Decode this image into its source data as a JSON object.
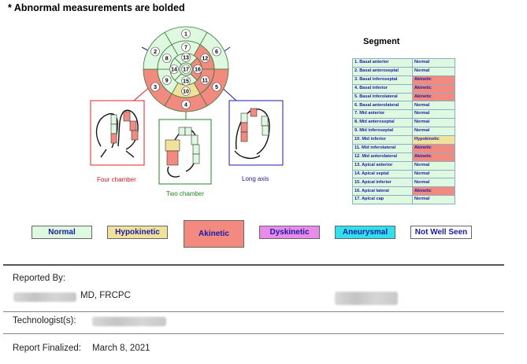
{
  "note": "* Abnormal measurements are bolded",
  "colors": {
    "normal": "#dff8e0",
    "hypokinetic": "#f0e29a",
    "akinetic": "#f28a80",
    "dyskinetic": "#e98be8",
    "aneurysmal": "#2ee1ea",
    "not_well_seen": "#ffffff"
  },
  "bullseye": {
    "segments": [
      {
        "id": 1,
        "label": "1",
        "status": "normal"
      },
      {
        "id": 2,
        "label": "2",
        "status": "normal"
      },
      {
        "id": 3,
        "label": "3",
        "status": "akinetic"
      },
      {
        "id": 4,
        "label": "4",
        "status": "akinetic"
      },
      {
        "id": 5,
        "label": "5",
        "status": "akinetic"
      },
      {
        "id": 6,
        "label": "6",
        "status": "normal"
      },
      {
        "id": 7,
        "label": "7",
        "status": "normal"
      },
      {
        "id": 8,
        "label": "8",
        "status": "normal"
      },
      {
        "id": 9,
        "label": "9",
        "status": "normal"
      },
      {
        "id": 10,
        "label": "10",
        "status": "hypokinetic"
      },
      {
        "id": 11,
        "label": "11",
        "status": "akinetic"
      },
      {
        "id": 12,
        "label": "12",
        "status": "akinetic"
      },
      {
        "id": 13,
        "label": "13",
        "status": "normal"
      },
      {
        "id": 14,
        "label": "14",
        "status": "normal"
      },
      {
        "id": 15,
        "label": "15",
        "status": "normal"
      },
      {
        "id": 16,
        "label": "16",
        "status": "akinetic"
      },
      {
        "id": 17,
        "label": "17",
        "status": "normal"
      }
    ]
  },
  "views": {
    "four_chamber": "Four chamber",
    "two_chamber": "Two chamber",
    "long_axis": "Long axis"
  },
  "segment_table": {
    "title": "Segment",
    "rows": [
      {
        "name": "1. Basal anterior",
        "status": "Normal",
        "color": "normal"
      },
      {
        "name": "2. Basal anteroseptal",
        "status": "Normal",
        "color": "normal"
      },
      {
        "name": "3. Basal inferoseptal",
        "status": "Akinetic",
        "color": "akinetic"
      },
      {
        "name": "4. Basal inferior",
        "status": "Akinetic",
        "color": "akinetic"
      },
      {
        "name": "5. Basal inferolateral",
        "status": "Akinetic",
        "color": "akinetic"
      },
      {
        "name": "6. Basal anterolateral",
        "status": "Normal",
        "color": "normal"
      },
      {
        "name": "7. Mid anterior",
        "status": "Normal",
        "color": "normal"
      },
      {
        "name": "8. Mid anteroseptal",
        "status": "Normal",
        "color": "normal"
      },
      {
        "name": "9. Mid inferoseptal",
        "status": "Normal",
        "color": "normal"
      },
      {
        "name": "10. Mid inferior",
        "status": "Hypokinetic",
        "color": "hypokinetic"
      },
      {
        "name": "11. Mid inferolateral",
        "status": "Akinetic",
        "color": "akinetic"
      },
      {
        "name": "12. Mid anterolateral",
        "status": "Akinetic",
        "color": "akinetic"
      },
      {
        "name": "13. Apical anterior",
        "status": "Normal",
        "color": "normal"
      },
      {
        "name": "14. Apical septal",
        "status": "Normal",
        "color": "normal"
      },
      {
        "name": "15. Apical inferior",
        "status": "Normal",
        "color": "normal"
      },
      {
        "name": "16. Apical lateral",
        "status": "Akinetic",
        "color": "akinetic"
      },
      {
        "name": "17. Apical cap",
        "status": "Normal",
        "color": "normal"
      }
    ]
  },
  "legend": [
    {
      "label": "Normal",
      "color": "normal"
    },
    {
      "label": "Hypokinetic",
      "color": "hypokinetic"
    },
    {
      "label": "Akinetic",
      "color": "akinetic"
    },
    {
      "label": "Dyskinetic",
      "color": "dyskinetic"
    },
    {
      "label": "Aneurysmal",
      "color": "aneurysmal"
    },
    {
      "label": "Not Well Seen",
      "color": "not_well_seen"
    }
  ],
  "report": {
    "reported_by_label": "Reported By:",
    "physician_suffix": "MD, FRCPC",
    "technologist_label": "Technologist(s):",
    "finalized_label": "Report Finalized:",
    "finalized_date": "March 8, 2021"
  }
}
